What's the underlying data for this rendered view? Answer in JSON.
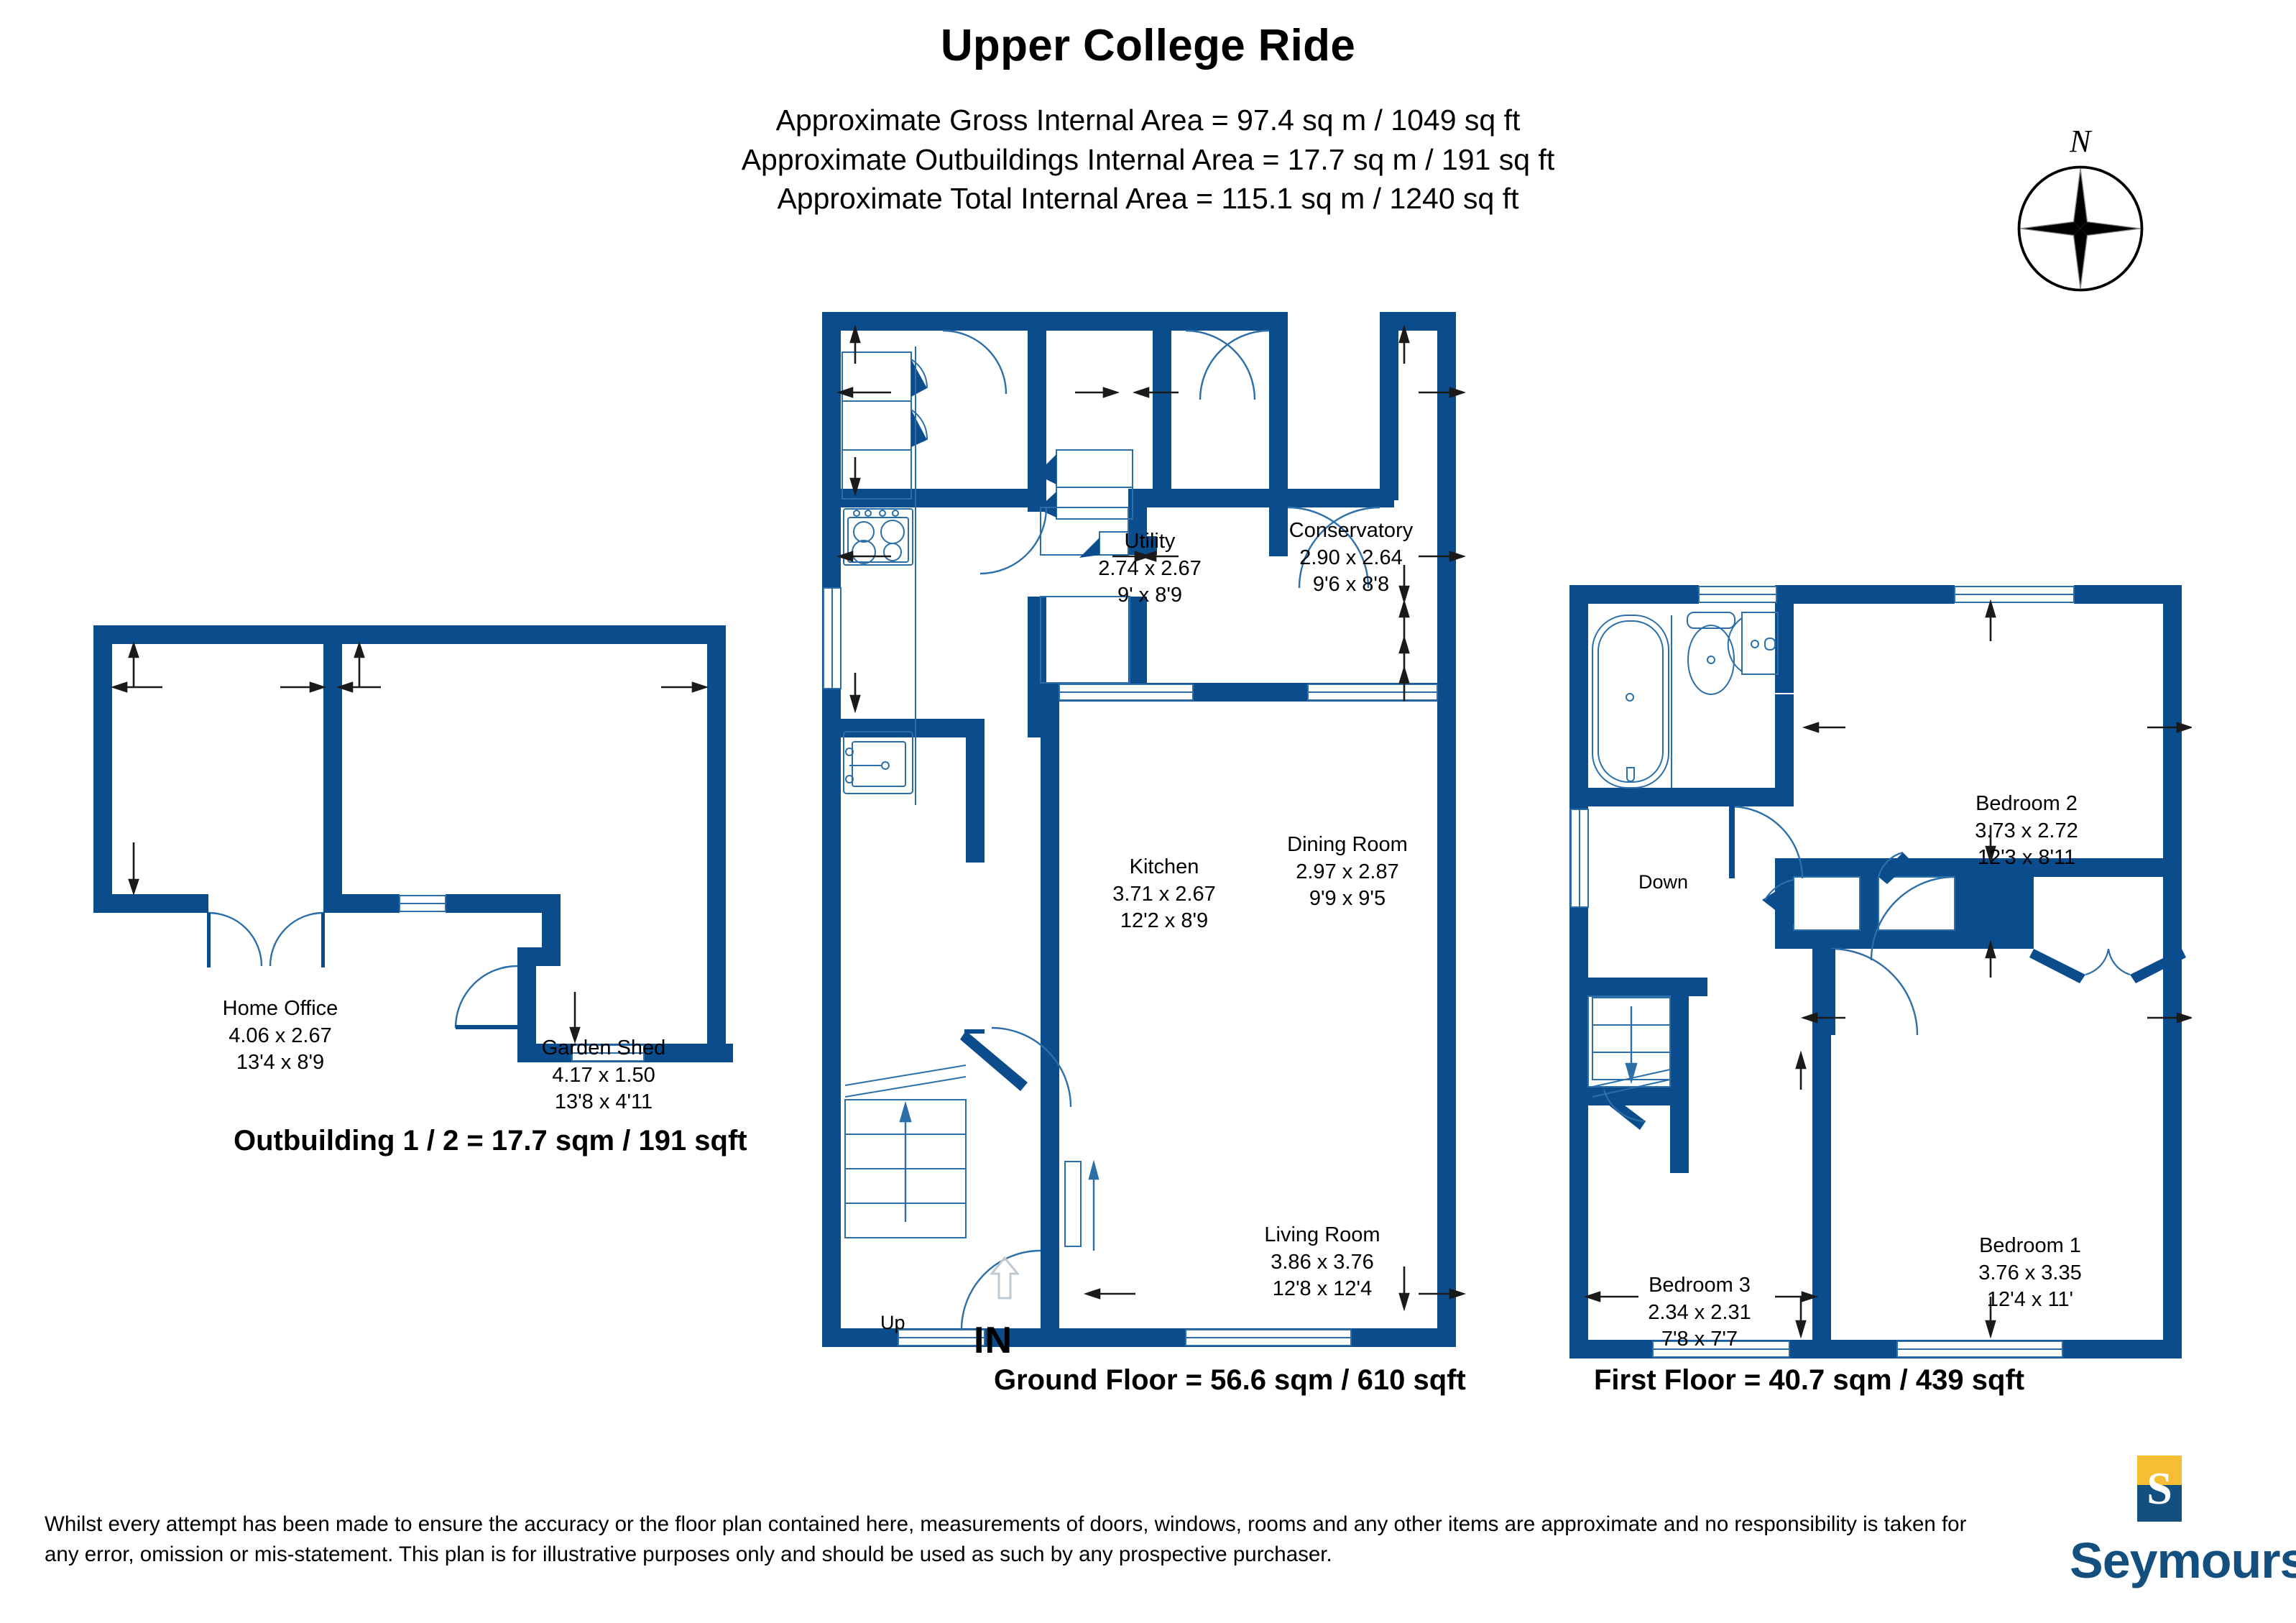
{
  "header": {
    "title": "Upper College Ride",
    "area_lines": [
      "Approximate Gross Internal Area = 97.4 sq m / 1049 sq ft",
      "Approximate Outbuildings Internal Area = 17.7 sq m / 191 sq ft",
      "Approximate Total Internal Area = 115.1 sq m / 1240 sq ft"
    ]
  },
  "compass": {
    "north_label": "N"
  },
  "colors": {
    "wall": "#0B4D8C",
    "fixture_line": "#2C6FA8",
    "logo_gold": "#F6BE34",
    "logo_navy": "#13507F",
    "text": "#000000"
  },
  "outbuilding": {
    "caption": "Outbuilding 1 / 2 = 17.7 sqm / 191 sqft",
    "rooms": [
      {
        "name": "Home Office",
        "metric": "4.06 x 2.67",
        "imperial": "13'4 x 8'9"
      },
      {
        "name": "Garden Shed",
        "metric": "4.17 x 1.50",
        "imperial": "13'8 x 4'11"
      }
    ]
  },
  "ground_floor": {
    "caption": "Ground Floor = 56.6 sqm / 610 sqft",
    "entrance_label": "IN",
    "stair_label": "Up",
    "rooms": [
      {
        "name": "Utility",
        "metric": "2.74 x 2.67",
        "imperial": "9' x 8'9"
      },
      {
        "name": "Conservatory",
        "metric": "2.90 x 2.64",
        "imperial": "9'6 x 8'8"
      },
      {
        "name": "Dining Room",
        "metric": "2.97 x 2.87",
        "imperial": "9'9 x 9'5"
      },
      {
        "name": "Kitchen",
        "metric": "3.71 x 2.67",
        "imperial": "12'2 x 8'9"
      },
      {
        "name": "Living Room",
        "metric": "3.86 x 3.76",
        "imperial": "12'8 x 12'4"
      }
    ]
  },
  "first_floor": {
    "caption": "First Floor = 40.7 sqm / 439 sqft",
    "stair_label": "Down",
    "rooms": [
      {
        "name": "Bedroom 2",
        "metric": "3.73 x 2.72",
        "imperial": "12'3 x 8'11"
      },
      {
        "name": "Bedroom 1",
        "metric": "3.76 x 3.35",
        "imperial": "12'4 x 11'"
      },
      {
        "name": "Bedroom 3",
        "metric": "2.34 x 2.31",
        "imperial": "7'8 x 7'7"
      }
    ]
  },
  "footer": {
    "disclaimer": "Whilst every attempt has been made to ensure the accuracy or the floor plan contained here, measurements of doors, windows, rooms and any other items are approximate and no responsibility is taken for any error, omission or mis-statement. This plan is for illustrative purposes only and should be used as such by any prospective purchaser."
  },
  "brand": {
    "mark_letter": "S",
    "name": "Seymours"
  }
}
